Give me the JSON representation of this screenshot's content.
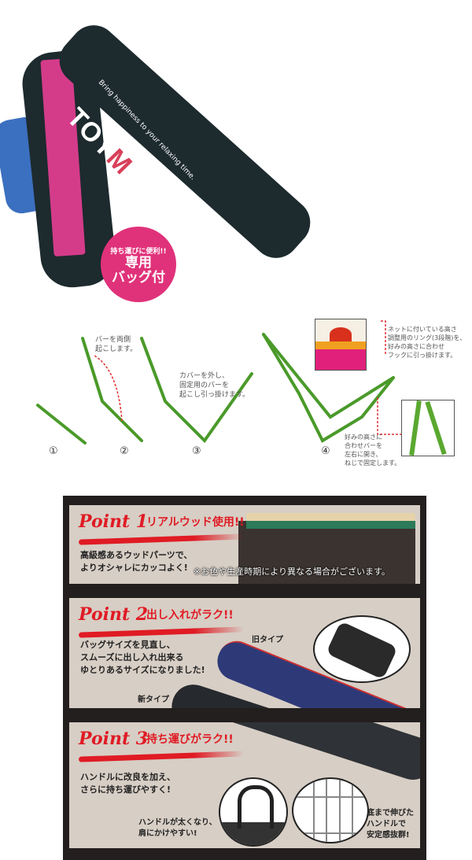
{
  "hero": {
    "brand": "TOYMOCK",
    "brand_highlight_letter": "M",
    "tagline": "Bring happiness to your relaxing time.",
    "badge": {
      "small": "持ち運びに便利!!",
      "line1": "専用",
      "line2": "バッグ付"
    }
  },
  "steps": {
    "numbers": [
      "①",
      "②",
      "③",
      "④"
    ],
    "note_2": "バーを両側\n起こします。",
    "note_3": "カバーを外し、\n固定用のバーを\n起こし引っ掛けます。",
    "note_4_top": "ネットに付いている高さ\n調整用のリング(3段階)を、\n好みの高さに合わせ\nフックに引っ掛けます。",
    "note_4_bottom": "好みの高さに\n合わせバーを\n左右に開き、\nねじで固定します。"
  },
  "points": [
    {
      "title": "Point 1",
      "subtitle": "リアルウッド使用!!",
      "body": "高級感あるウッドパーツで、\nよりオシャレにカッコよく!",
      "note": "※お色や生産時期により異なる場合がございます。"
    },
    {
      "title": "Point 2",
      "subtitle": "出し入れがラク!!",
      "body": "バッグサイズを見直し、\nスムーズに出し入れ出来る\nゆとりあるサイズになりました!",
      "old_label": "旧タイプ",
      "new_label": "新タイプ"
    },
    {
      "title": "Point 3",
      "subtitle": "持ち運びがラク!!",
      "body": "ハンドルに改良を加え、\nさらに持ち運びやすく!",
      "caption_left": "ハンドルが太くなり、\n肩にかけやすい!",
      "caption_right": "底まで伸びた\nハンドルで\n安定感抜群!"
    }
  ]
}
